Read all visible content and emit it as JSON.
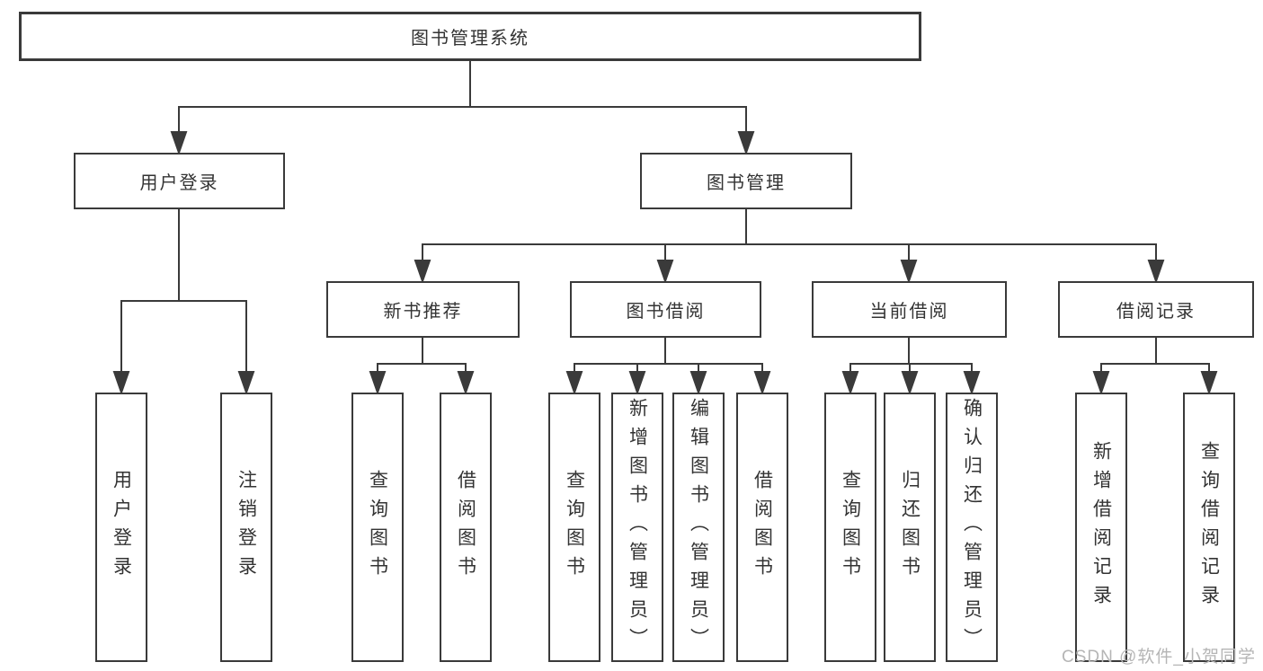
{
  "diagram": {
    "type": "hierarchy",
    "root": "图书管理系统",
    "children": [
      {
        "label": "用户登录",
        "children": [
          "用户登录",
          "注销登录"
        ]
      },
      {
        "label": "图书管理",
        "children": [
          {
            "label": "新书推荐",
            "children": [
              "查询图书",
              "借阅图书"
            ]
          },
          {
            "label": "图书借阅",
            "children": [
              "查询图书",
              "新增图书（管理员）",
              "编辑图书（管理员）",
              "借阅图书"
            ]
          },
          {
            "label": "当前借阅",
            "children": [
              "查询图书",
              "归还图书",
              "确认归还（管理员）"
            ]
          },
          {
            "label": "借阅记录",
            "children": [
              "新增借阅记录",
              "查询借阅记录"
            ]
          }
        ]
      }
    ]
  },
  "watermark": "CSDN @软件_小贺同学",
  "colors": {
    "line": "#3a3a3a",
    "box_border": "#3a3a3a",
    "text": "#333333",
    "watermark": "#b5b5b5",
    "background": "#ffffff"
  }
}
